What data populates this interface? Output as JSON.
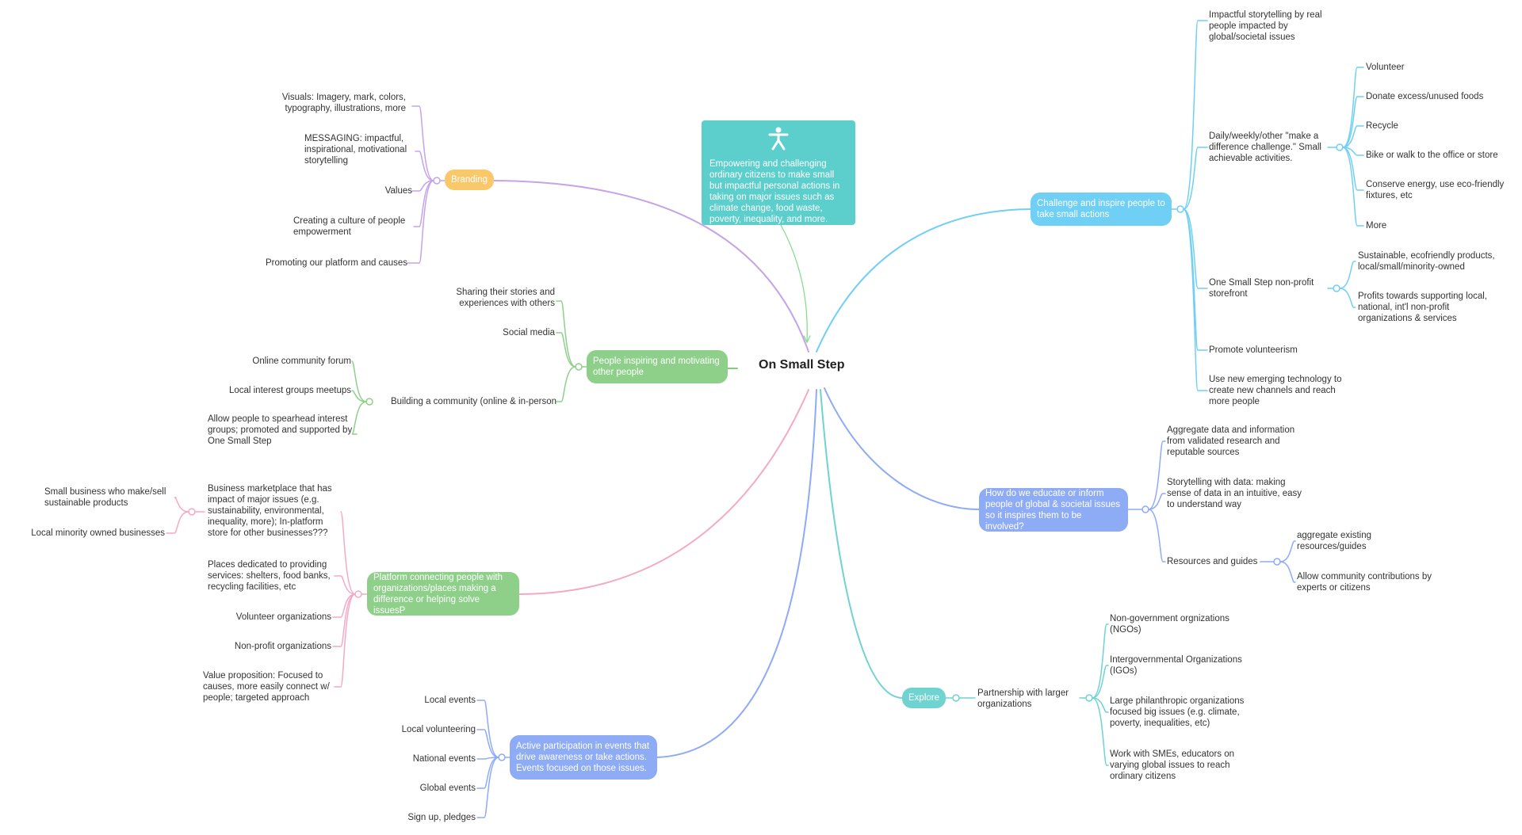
{
  "central_topic": "On Small Step",
  "note": {
    "icon": "person-icon",
    "text": "Empowering and challenging ordinary citizens to make small but impactful personal actions in taking on major issues such as climate change, food waste, poverty, inequality, and more."
  },
  "colors": {
    "purple": "#c5a3e8",
    "orange": "#f9c86b",
    "green": "#8ed08a",
    "green_line": "#86c97f",
    "pink": "#f4a9c6",
    "blue": "#8eabf5",
    "cyan": "#6fcff5",
    "teal": "#6fd3d0",
    "note": "#5ccfcc"
  },
  "branches": {
    "branding": {
      "label": "Branding",
      "children": [
        "Visuals: Imagery, mark, colors, typography, illustrations, more",
        "MESSAGING: impactful, inspirational, motivational storytelling",
        "Values",
        "Creating a culture of people empowerment",
        "Promoting our platform and causes"
      ]
    },
    "people": {
      "label": "People inspiring and motivating other people",
      "children": [
        "Sharing their stories and experiences with others",
        "Social media",
        "Building a community (online & in-person"
      ],
      "community_children": [
        "Online community forum",
        "Local interest groups meetups",
        "Allow people to spearhead interest groups; promoted and supported by One Small Step"
      ]
    },
    "platform": {
      "label": "Platform connecting people with organizations/places making a difference or helping solve issuesP",
      "children": [
        "Business marketplace that has impact of major issues (e.g. sustainability, environmental, inequality, more); In-platform store for other businesses???",
        "Places dedicated to providing services: shelters, food banks, recycling facilities, etc",
        "Volunteer organizations",
        "Non-profit organizations",
        "Value proposition: Focused to causes, more easily connect w/ people; targeted approach"
      ],
      "marketplace_children": [
        "Small business who make/sell sustainable products",
        "Local minority owned businesses"
      ]
    },
    "active": {
      "label": "Active participation in events that drive awareness or take actions. Events focused on those issues.",
      "children": [
        "Local events",
        "Local volunteering",
        "National events",
        "Global events",
        "Sign up, pledges"
      ]
    },
    "challenge": {
      "label": "Challenge and inspire people to take small actions",
      "children": [
        "Impactful storytelling by real people impacted by global/societal issues",
        "Daily/weekly/other \"make a difference challenge.\" Small achievable activities.",
        "One Small Step non-profit storefront",
        "Promote volunteerism",
        "Use new emerging technology to create new channels and reach more people"
      ],
      "daily_children": [
        "Volunteer",
        "Donate excess/unused foods",
        "Recycle",
        "Bike or walk to the office or store",
        "Conserve energy, use eco-friendly fixtures, etc",
        "More"
      ],
      "storefront_children": [
        "Sustainable, ecofriendly products, local/small/minority-owned",
        "Profits towards supporting local, national, int'l non-profit organizations & services"
      ]
    },
    "educate": {
      "label": "How do we educate or inform people of global & societal issues so it inspires them to be involved?",
      "children": [
        "Aggregate data and information from validated research and reputable sources",
        "Storytelling with data: making sense of data in an intuitive, easy to understand way",
        "Resources and guides"
      ],
      "resources_children": [
        "aggregate existing resources/guides",
        "Allow community contributions by experts or citizens"
      ]
    },
    "explore": {
      "label": "Explore",
      "children": [
        "Partnership with larger organizations"
      ],
      "partnership_children": [
        "Non-government orgnizations (NGOs)",
        "Intergovernmental Organizations (IGOs)",
        "Large philanthropic organizations focused big issues (e.g. climate, poverty, inequalities, etc)",
        "Work with SMEs, educators on varying global issues to reach ordinary citizens"
      ]
    }
  }
}
